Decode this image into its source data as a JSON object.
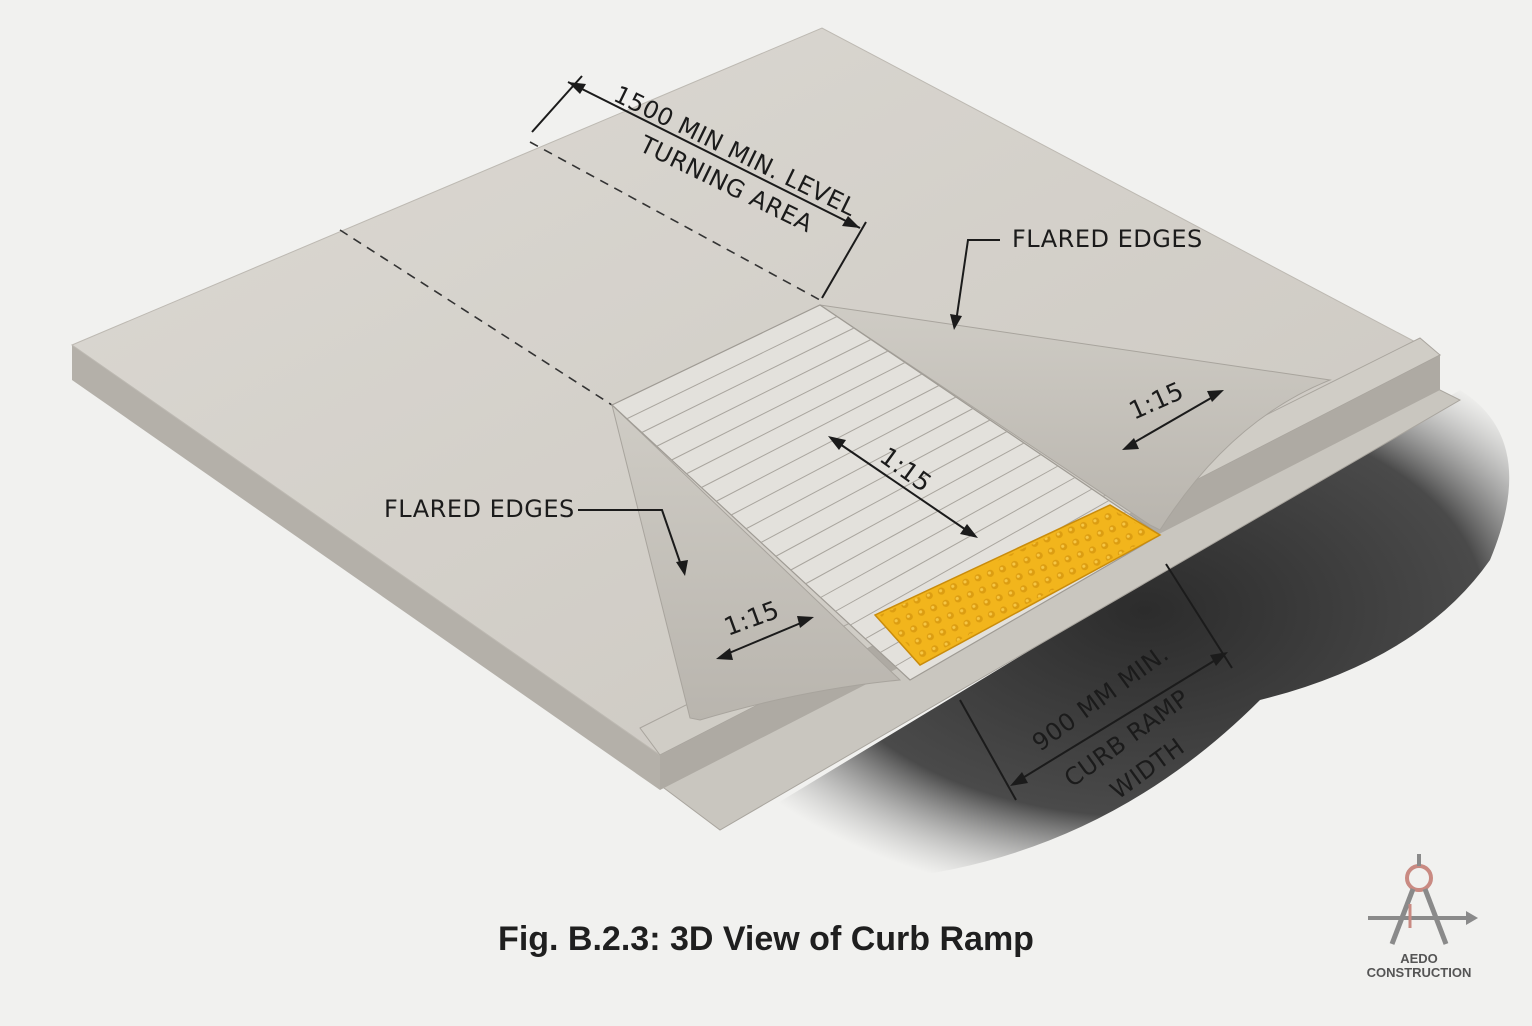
{
  "labels": {
    "turning_line1": "1500 MIN MIN. LEVEL",
    "turning_line2": "TURNING AREA",
    "flared_right": "FLARED EDGES",
    "flared_left": "FLARED EDGES",
    "slope_left": "1:15",
    "slope_center": "1:15",
    "slope_right": "1:15",
    "width_line1": "900 MM MIN.",
    "width_line2": "CURB RAMP",
    "width_line3": "WIDTH"
  },
  "caption": "Fig. B.2.3:  3D View of Curb Ramp",
  "logo": {
    "line1": "AEDO",
    "line2": "CONSTRUCTION",
    "accent_color": "#c98a82"
  },
  "colors": {
    "concrete_top": "#d6d3cd",
    "concrete_edge": "#b7b3ac",
    "ramp": "#e2e0db",
    "flare": "#c5c2bb",
    "tactile": "#f2b51c",
    "asphalt": "#3a3a3a"
  }
}
